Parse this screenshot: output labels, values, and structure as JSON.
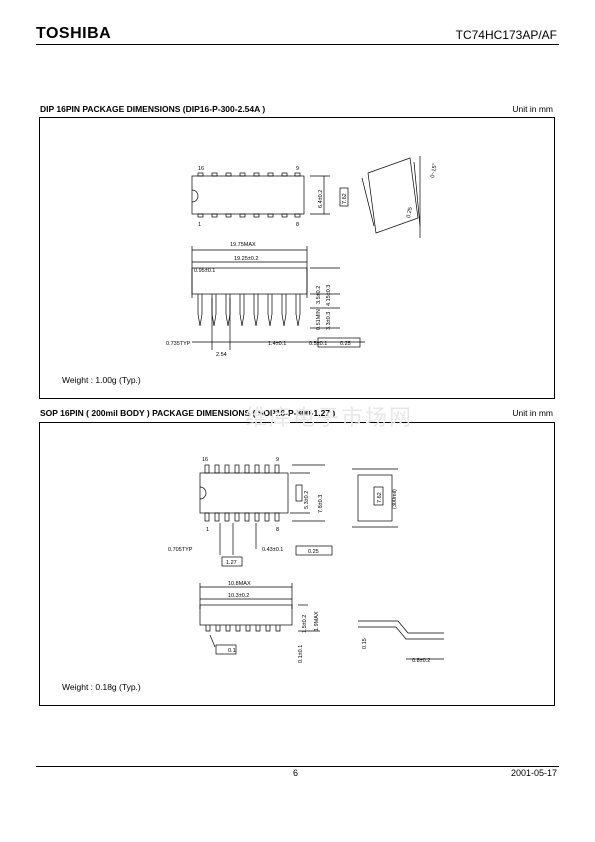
{
  "header": {
    "brand": "TOSHIBA",
    "part_number": "TC74HC173AP/AF"
  },
  "dip": {
    "title": "DIP 16PIN PACKAGE DIMENSIONS (DIP16-P-300-2.54A )",
    "unit": "Unit in mm",
    "labels": {
      "pin16": "16",
      "pin9": "9",
      "pin1": "1",
      "pin8": "8",
      "width": "6.4±0.2",
      "pitch_row": "7.62",
      "angle": "0~15°",
      "lead_thick": "0.25",
      "max_len": "19.75MAX",
      "body_len": "19.25±0.2",
      "standoff_top": "0.95±0.1",
      "h1": "3.5±0.2",
      "h2": "4.15±0.3",
      "min_seat": "0.51MIN",
      "lead_len": "3.3±0.3",
      "typ": "0.735TYP",
      "pitch": "2.54",
      "lead_w": "1.4±0.1",
      "lead_n": "0.5±0.1",
      "tol": "0.25"
    },
    "weight": "Weight : 1.00g (Typ.)"
  },
  "sop": {
    "title": "SOP 16PIN ( 200mil BODY ) PACKAGE DIMENSIONS ( SOP16-P-300-1.27 )",
    "unit": "Unit in mm",
    "labels": {
      "pin16": "16",
      "pin9": "9",
      "pin1": "1",
      "pin8": "8",
      "body_w": "5.3±0.2",
      "overall_w": "7.8±0.3",
      "row": "7.62",
      "mil": "(300mil)",
      "typ": "0.705TYP",
      "pitch": "1.27",
      "lead_w": "0.43±0.1",
      "tol": "0.25",
      "max_len": "10.8MAX",
      "body_len": "10.3±0.2",
      "h_body": "1.5±0.2",
      "h_max": "1.9MAX",
      "standoff": "0.1±0.1",
      "flat": "0.1",
      "thick": "0.15",
      "foot": "0.8±0.2"
    },
    "weight": "Weight : 0.18g (Typ.)"
  },
  "watermark": "维库电子市场网",
  "footer": {
    "page": "6",
    "date": "2001-05-17"
  }
}
